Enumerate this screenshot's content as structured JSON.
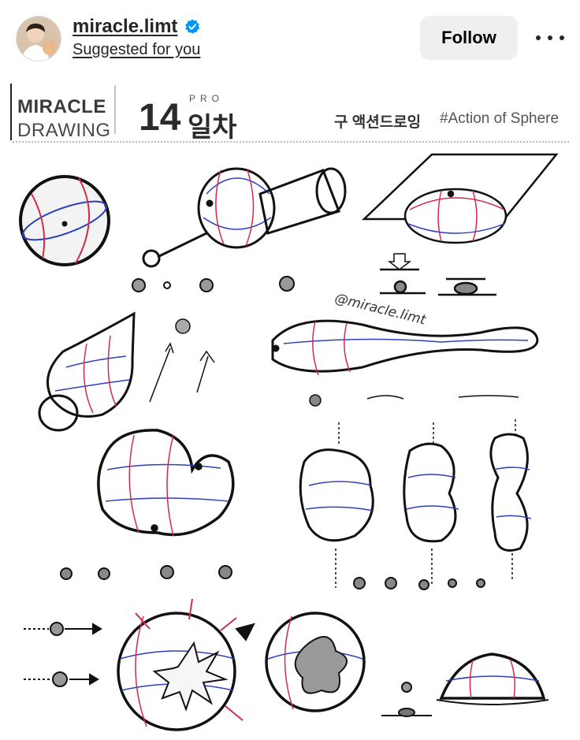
{
  "header": {
    "avatar_icon": "profile-avatar",
    "username": "miracle.limt",
    "verified_icon": "verified-badge-icon",
    "verified_color": "#0095f6",
    "suggested": "Suggested for you",
    "follow_label": "Follow",
    "more_icon": "more-options-icon"
  },
  "post": {
    "brand_line1": "MIRACLE",
    "brand_line2": "DRAWING",
    "pro_label": "PRO",
    "day_number": "14",
    "day_unit": "일차",
    "korean_title": "구 액션드로잉",
    "english_title": "#Action of Sphere",
    "watermark": "@miracle.limt",
    "colors": {
      "red_line": "#d42a4a",
      "blue_line": "#2b3fbf",
      "ink": "#111111"
    }
  }
}
